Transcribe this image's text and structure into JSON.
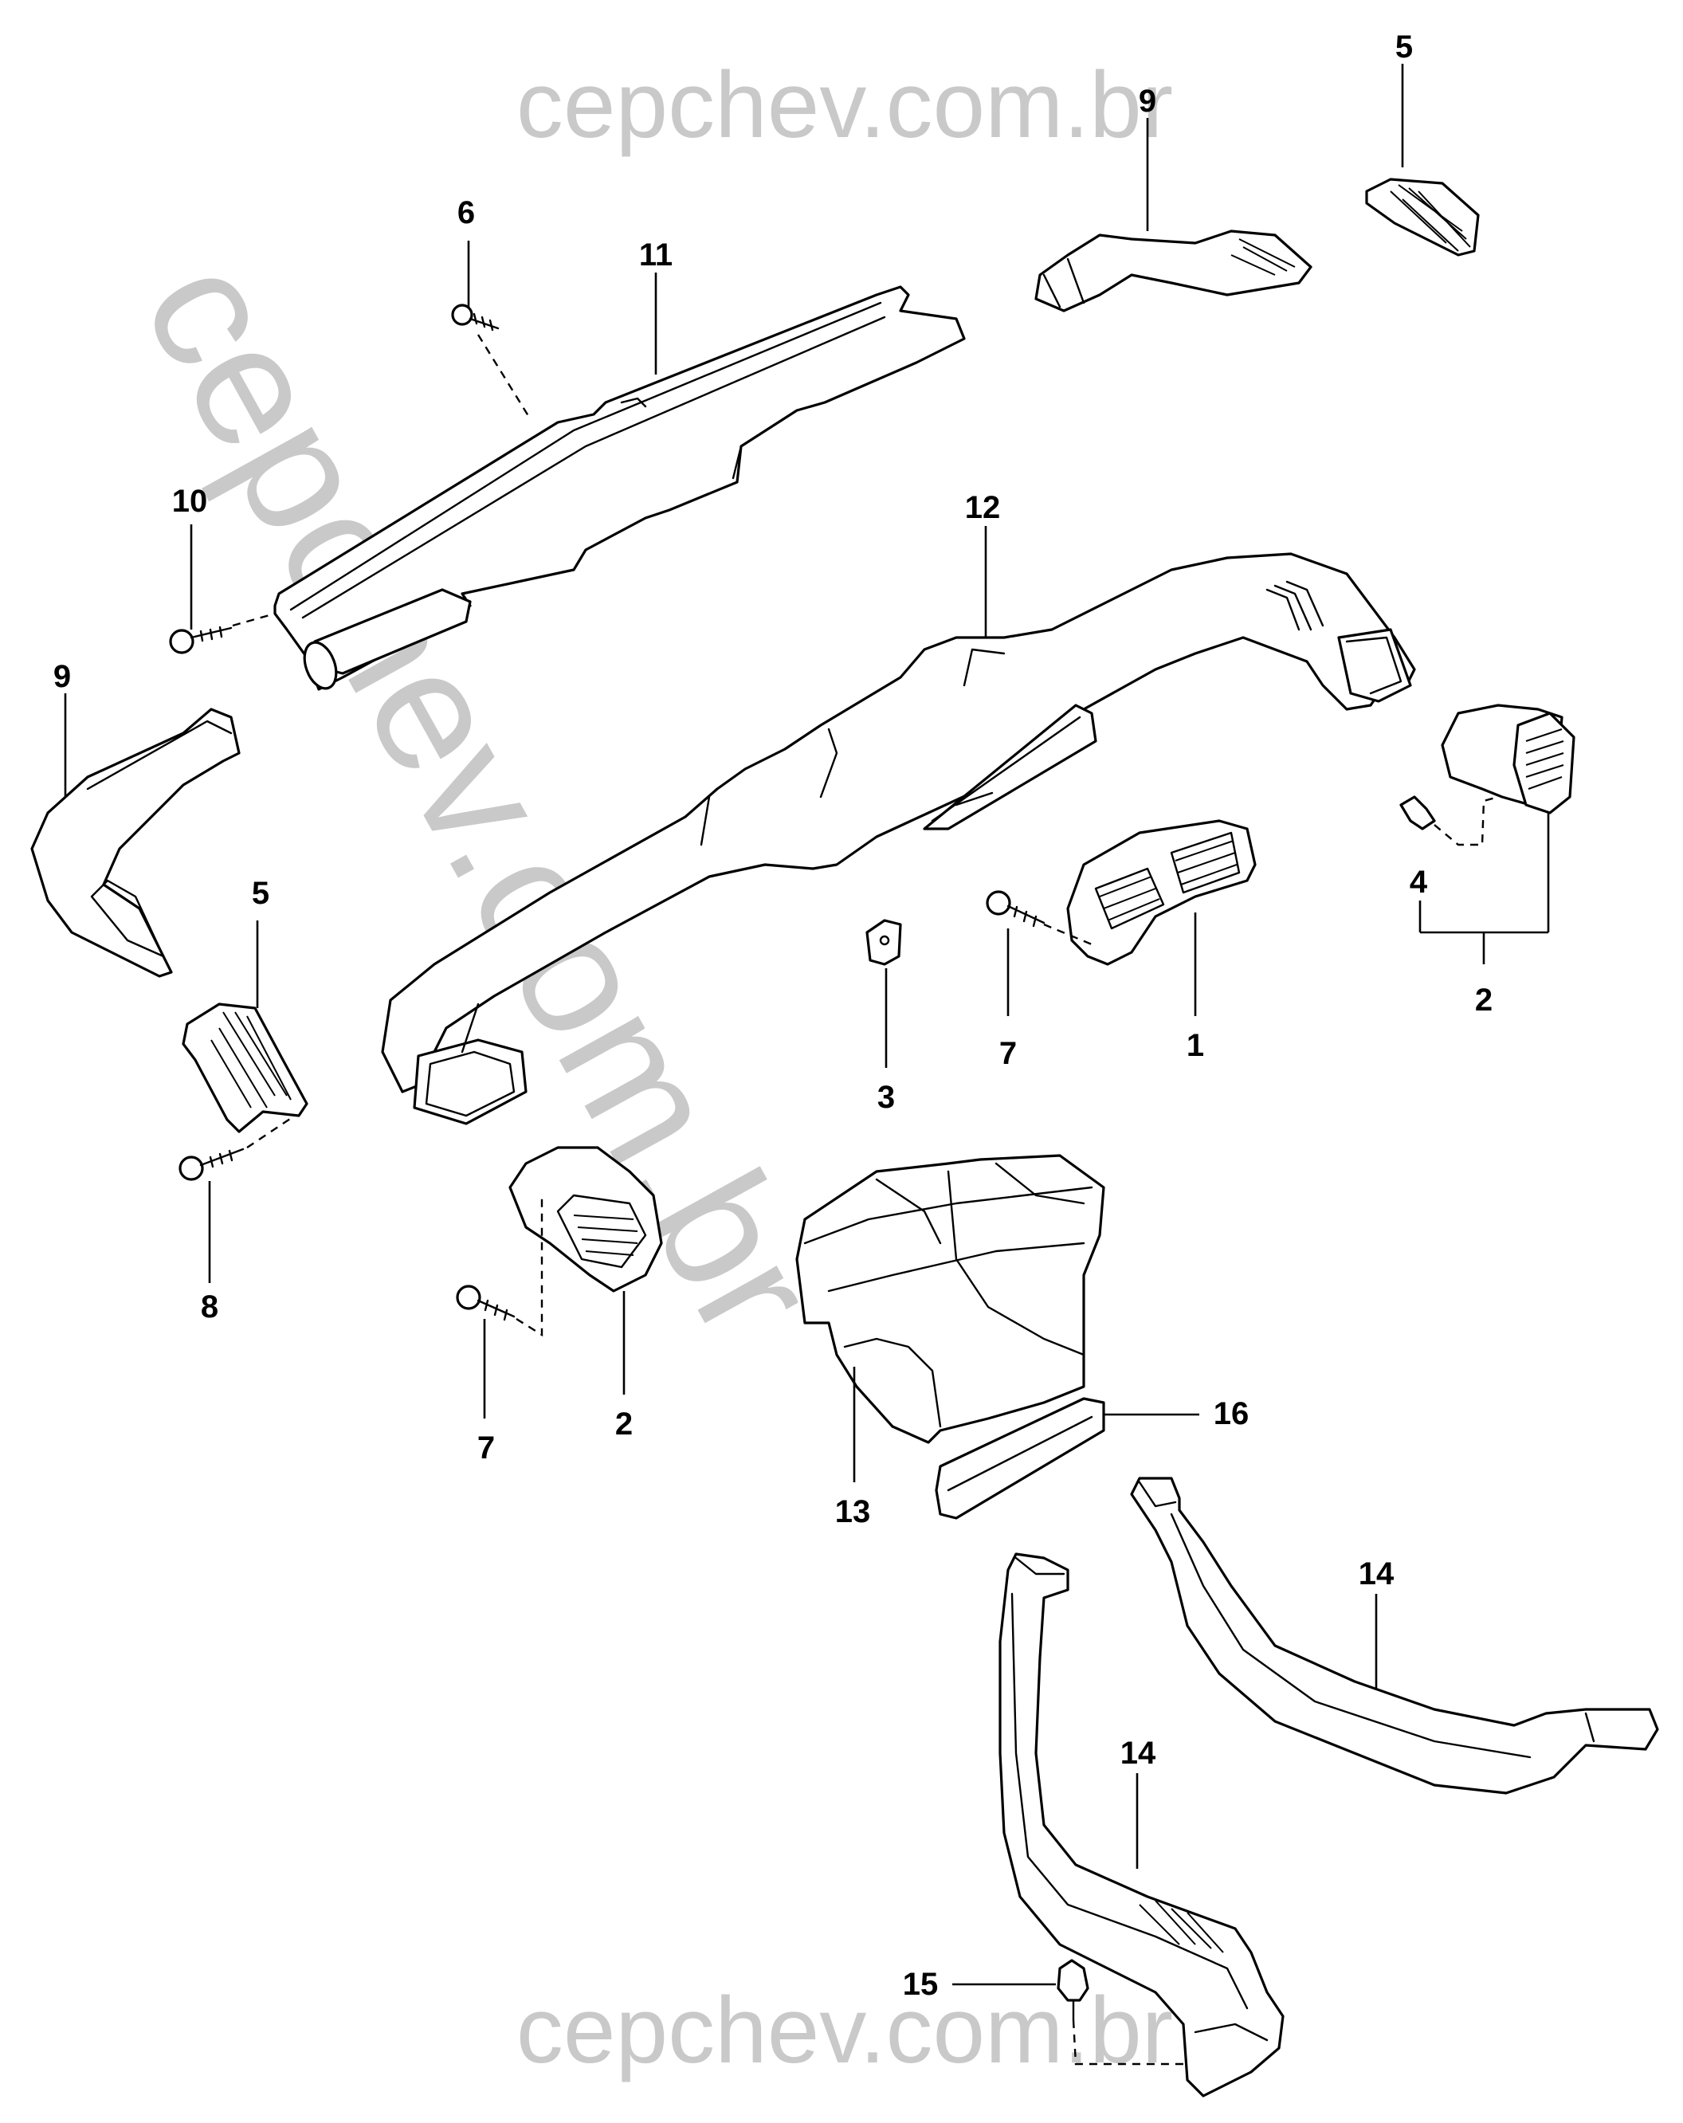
{
  "watermark": {
    "text": "cepchev.com.br"
  },
  "callouts": {
    "c1": "1",
    "c2a": "2",
    "c2b": "2",
    "c3": "3",
    "c4": "4",
    "c5a": "5",
    "c5b": "5",
    "c6": "6",
    "c7a": "7",
    "c7b": "7",
    "c8": "8",
    "c9a": "9",
    "c9b": "9",
    "c10": "10",
    "c11": "11",
    "c12": "12",
    "c13": "13",
    "c14a": "14",
    "c14b": "14",
    "c15": "15",
    "c16": "16"
  },
  "colors": {
    "line": "#000000",
    "watermark": "#c9c9c9",
    "background": "#ffffff"
  }
}
